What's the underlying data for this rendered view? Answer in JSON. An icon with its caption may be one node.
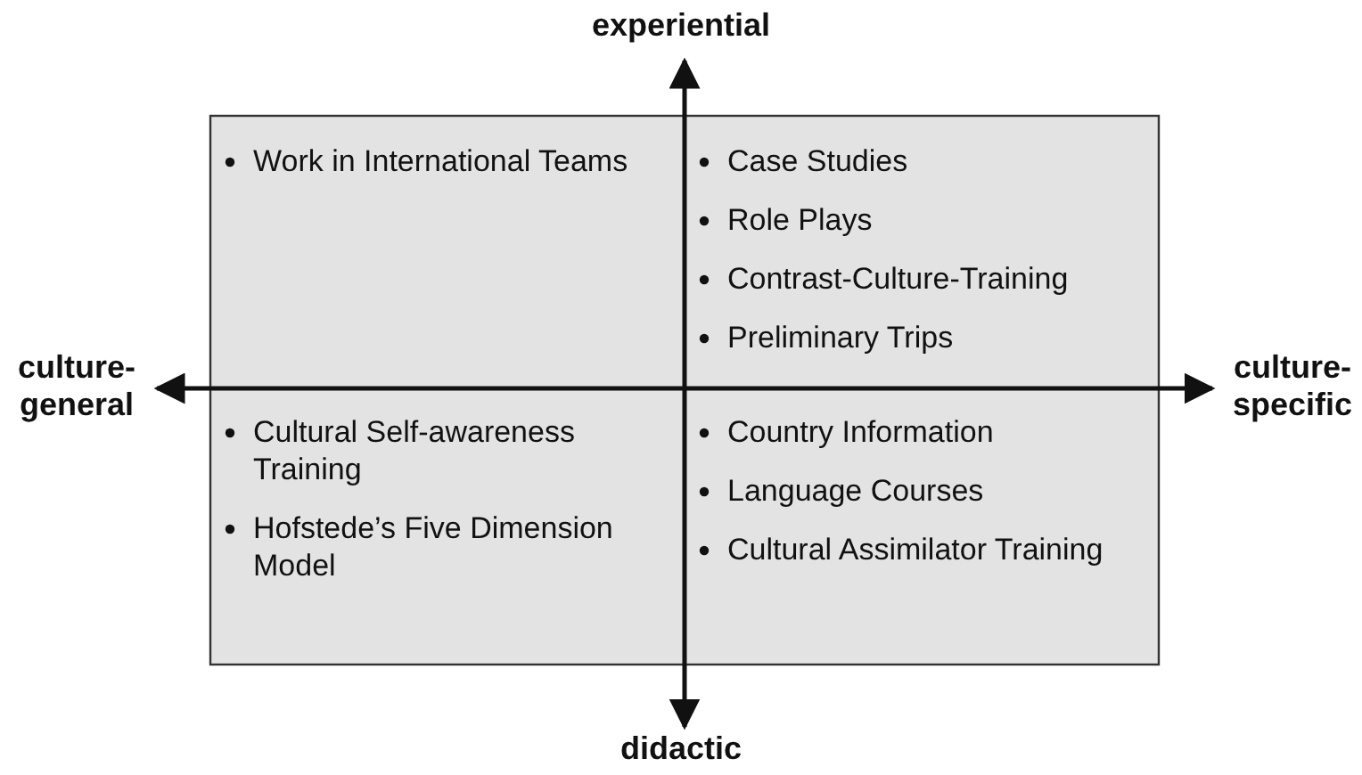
{
  "diagram": {
    "labels": [
      "experiential",
      "Work in International Teams",
      "Case Studies",
      "Role Plays",
      "Contrast-Culture-Training",
      "Preliminary Trips",
      "culture-general",
      "culture-specific",
      "Cultural Self-awareness Training",
      "Hofstede’s Five Dimension Model",
      "Country Information",
      "Language Courses",
      "Cultural Assimilator Training",
      "didactic"
    ]
  }
}
